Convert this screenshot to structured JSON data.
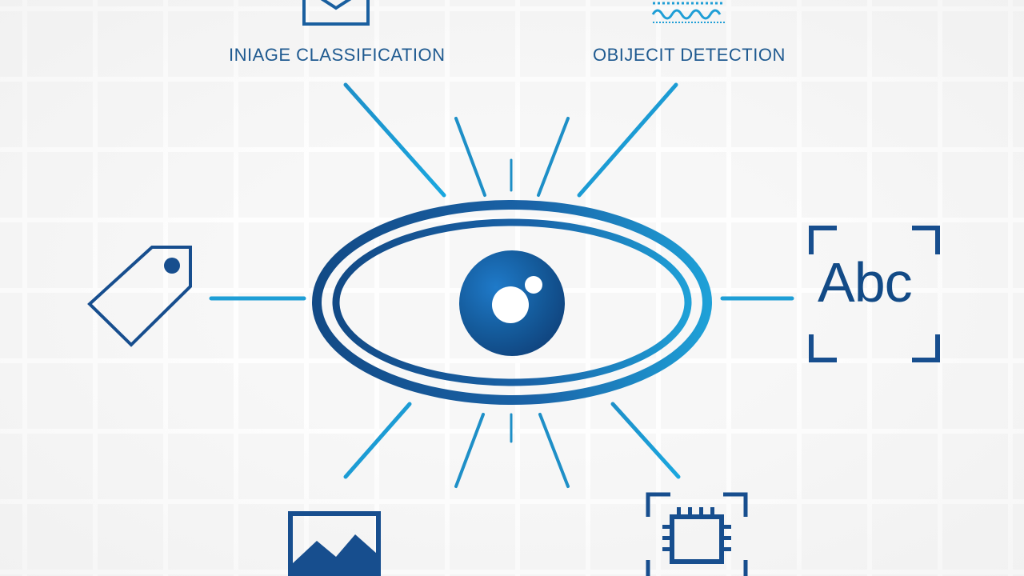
{
  "labels": {
    "image_classification": "INIAGE CLASSIFICATION",
    "object_detection": "OBIJECIT DETECTION",
    "text_recognition": "Abc"
  },
  "colors": {
    "background": "#f7f7f7",
    "dark_blue": "#124a86",
    "mid_blue": "#1a63a7",
    "light_blue": "#1ea0d7",
    "label_blue": "#1f5a90"
  },
  "icons": [
    "image-frame-icon",
    "object-detection-icon",
    "tag-icon",
    "text-recognition-icon",
    "image-icon",
    "chip-icon",
    "eye-icon"
  ]
}
